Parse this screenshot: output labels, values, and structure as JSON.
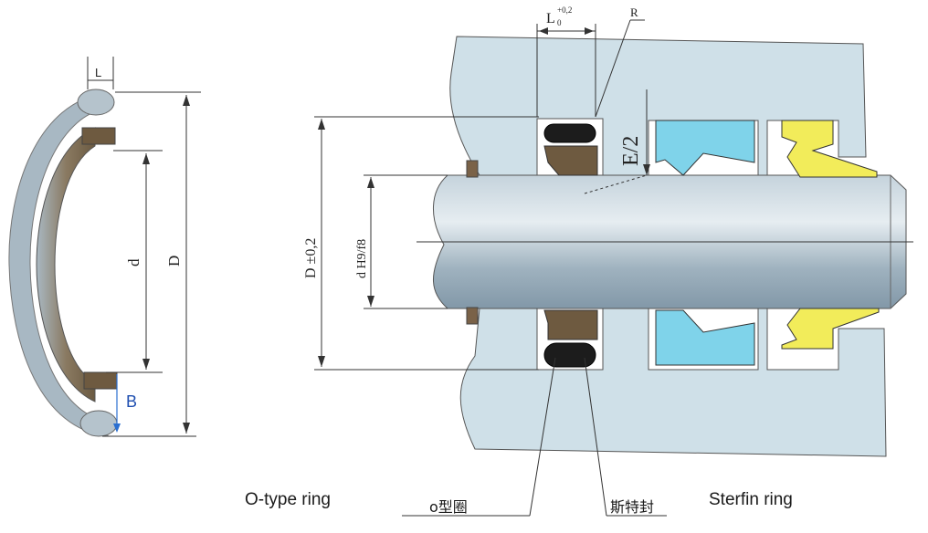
{
  "diagram": {
    "title": "O-ring and Sterfin ring seal installation diagram",
    "left_figure": {
      "labels": {
        "L": "L",
        "d": "d",
        "D": "D",
        "B": "B"
      }
    },
    "main_figure": {
      "labels": {
        "L_tol": "L",
        "L_tol_upper": "+0,2",
        "L_tol_lower": "0",
        "R": "R",
        "E_half": "E/2",
        "D_tol": "D ±0,2",
        "d_fit": "d H9/f8"
      }
    },
    "captions": {
      "o_type_ring": "O-type ring",
      "o_ring_cn": "o型圈",
      "sterfin_cn": "斯特封",
      "sterfin_ring": "Sterfin ring"
    },
    "colors": {
      "housing": "#c9dde6",
      "rod": "#9fb6c4",
      "ring_brown": "#6e5a40",
      "o_ring_black": "#1c1c1c",
      "wiper_cyan": "#7fd3ea",
      "wiper_yellow": "#f2ec5a",
      "line": "#333333",
      "B_label": "#1f4fb0"
    }
  }
}
